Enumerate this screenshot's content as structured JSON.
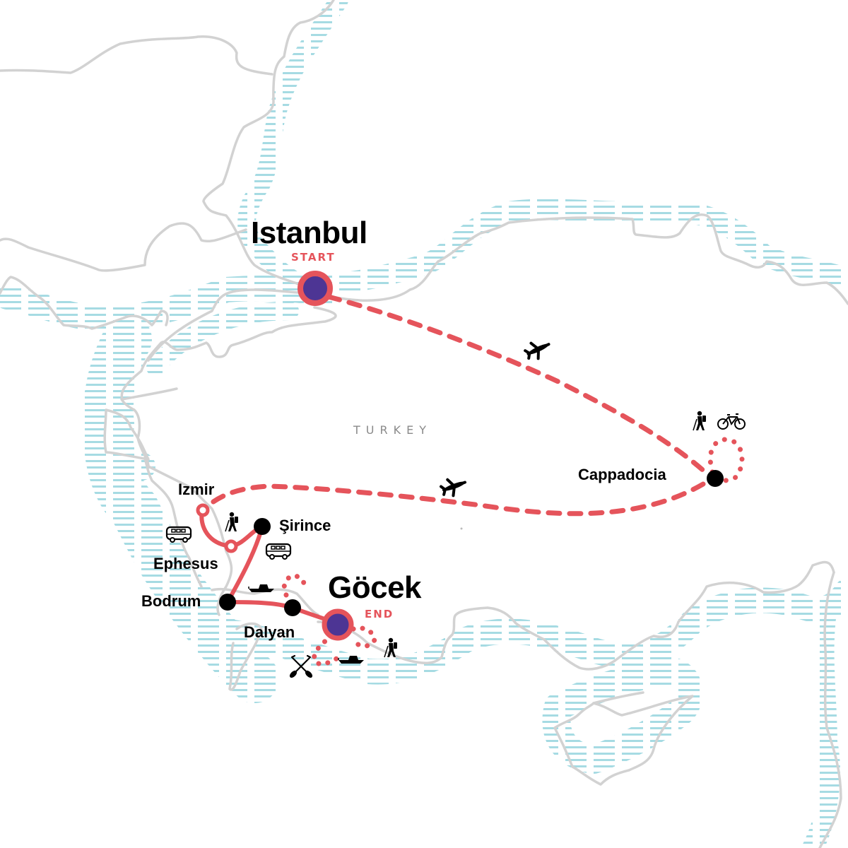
{
  "map": {
    "title": "Turkey trip route map",
    "country_label": "TURKEY",
    "colors": {
      "route": "#e5545b",
      "endpoint_fill": "#4d3594",
      "stop": "#000000",
      "coastline": "#d2d2d2",
      "water_hatch": "#a6dbe3",
      "country_label": "#8a8a8a"
    },
    "locations": [
      {
        "name": "Istanbul",
        "role": "START",
        "type": "endpoint"
      },
      {
        "name": "Cappadocia",
        "type": "stop"
      },
      {
        "name": "Izmir",
        "type": "waypoint"
      },
      {
        "name": "Ephesus",
        "type": "waypoint"
      },
      {
        "name": "Şirince",
        "type": "stop"
      },
      {
        "name": "Bodrum",
        "type": "stop"
      },
      {
        "name": "Dalyan",
        "type": "stop"
      },
      {
        "name": "Göcek",
        "role": "END",
        "type": "endpoint"
      }
    ],
    "legs": [
      {
        "from": "Istanbul",
        "to": "Cappadocia",
        "mode": "plane-icon",
        "style": "dashed"
      },
      {
        "from": "Cappadocia",
        "to": "Cappadocia",
        "mode": "loop",
        "style": "dotted",
        "activities": [
          "hiking-icon",
          "bicycle-icon"
        ]
      },
      {
        "from": "Cappadocia",
        "to": "Izmir",
        "mode": "plane-icon",
        "style": "dashed"
      },
      {
        "from": "Izmir",
        "to": "Ephesus",
        "mode": "bus-icon",
        "style": "solid"
      },
      {
        "from": "Ephesus",
        "to": "Şirince",
        "mode": "hiking-icon",
        "style": "solid"
      },
      {
        "from": "Şirince",
        "to": "Bodrum",
        "mode": "bus-icon",
        "style": "solid"
      },
      {
        "from": "Bodrum",
        "to": "Dalyan",
        "mode": "boat-icon",
        "style": "solid"
      },
      {
        "from": "Dalyan",
        "to": "Göcek",
        "mode": "solid",
        "style": "solid"
      },
      {
        "from": "Göcek",
        "to": "Göcek",
        "mode": "loop",
        "style": "dotted",
        "activities": [
          "kayak-paddles-icon",
          "boat-icon",
          "hiking-icon"
        ]
      }
    ]
  }
}
